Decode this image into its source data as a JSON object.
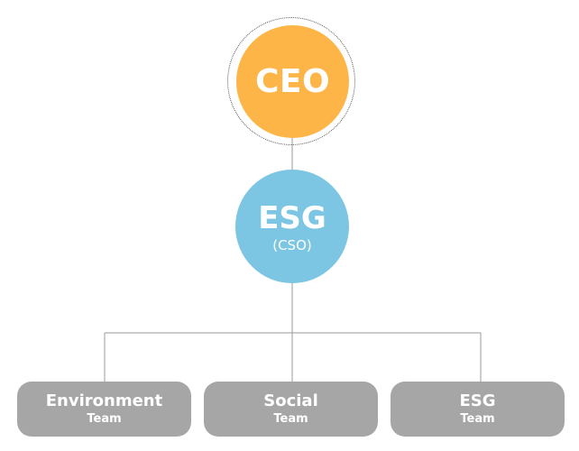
{
  "colors": {
    "ceo_fill": "#FDB548",
    "cso_fill": "#7CC6E3",
    "team_fill": "#A6A6A6",
    "connector": "#9A9A9A"
  },
  "ceo": {
    "title": "CEO"
  },
  "cso": {
    "title": "ESG",
    "subtitle": "(CSO)"
  },
  "teams": [
    {
      "name": "Environment",
      "label": "Team"
    },
    {
      "name": "Social",
      "label": "Team"
    },
    {
      "name": "ESG",
      "label": "Team"
    }
  ]
}
